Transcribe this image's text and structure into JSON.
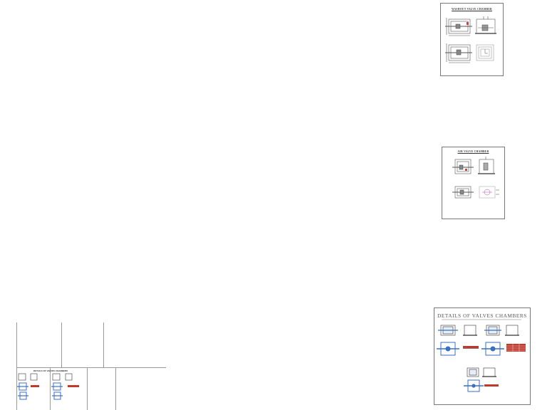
{
  "sheets": {
    "washout": {
      "title": "WASHOUT VALVE CHAMBER",
      "views": [
        "",
        "",
        "",
        ""
      ]
    },
    "air": {
      "title": "AIR VALVE CHAMBER",
      "views": [
        "",
        "",
        "",
        ""
      ]
    },
    "details": {
      "title": "DETAILS OF VALVES CHAMBERS"
    }
  },
  "thumbnail": {
    "title": "DETAILS OF VALVES CHAMBERS"
  },
  "colors": {
    "line": "#555555",
    "blue": "#3a6fc4",
    "red": "#c0392b",
    "magenta": "#b04aa8"
  }
}
